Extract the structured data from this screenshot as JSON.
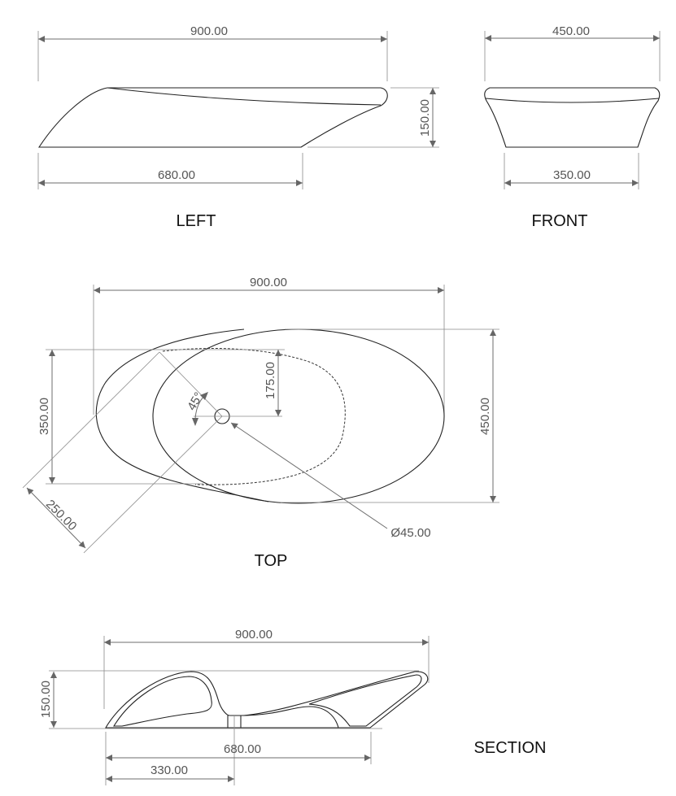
{
  "views": {
    "left": {
      "label": "LEFT",
      "dim_length": "900.00",
      "dim_base": "680.00",
      "dim_height": "150.00"
    },
    "front": {
      "label": "FRONT",
      "dim_top": "450.00",
      "dim_base": "350.00"
    },
    "top": {
      "label": "TOP",
      "dim_length": "900.00",
      "dim_width_inner": "350.00",
      "dim_width_outer": "450.00",
      "dim_half": "175.00",
      "dim_angle": "45°",
      "dim_offset": "250.00",
      "dim_drain": "Ø45.00"
    },
    "section": {
      "label": "SECTION",
      "dim_length": "900.00",
      "dim_height": "150.00",
      "dim_base": "680.00",
      "dim_drain_pos": "330.00"
    }
  },
  "colors": {
    "line": "#222222",
    "dimension": "#6e6e6e"
  }
}
